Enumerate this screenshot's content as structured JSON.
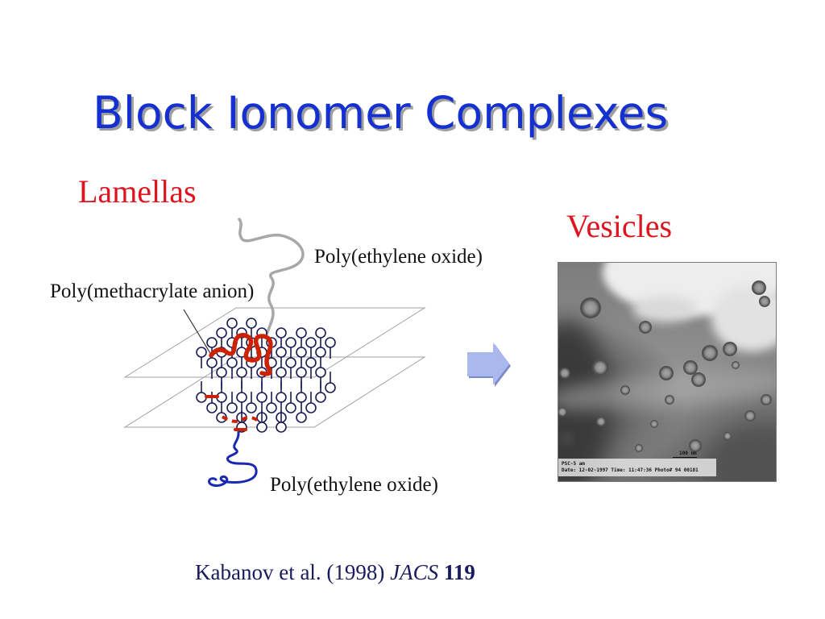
{
  "slide": {
    "title": "Block Ionomer Complexes"
  },
  "colors": {
    "title": "#1530d0",
    "section_heading": "#e0141e",
    "citation": "#1a1a5c",
    "amphiphile": "#1a1a55",
    "polyanion": "#cc2200",
    "peo_top": "#a8a8a8",
    "peo_bottom": "#1a2ab0",
    "plane": "#a0a0a0",
    "arrow": "#a9b8ee",
    "arrow_shadow": "#7d8ac8"
  },
  "lamellas": {
    "heading": "Lamellas",
    "labels": {
      "peo_top": "Poly(ethylene oxide)",
      "polyanion": "Poly(methacrylate anion)",
      "peo_bottom": "Poly(ethylene oxide)"
    }
  },
  "vesicles": {
    "heading": "Vesicles",
    "micrograph": {
      "sample": "PSC-5 am",
      "info": "Date: 12-02-1997 Time: 11:47:36 Photo# 94 00181",
      "scale_bar": "100 nm"
    }
  },
  "citation": {
    "authors": "Kabanov et al. (1998)",
    "journal": "JACS",
    "volume": "119"
  }
}
